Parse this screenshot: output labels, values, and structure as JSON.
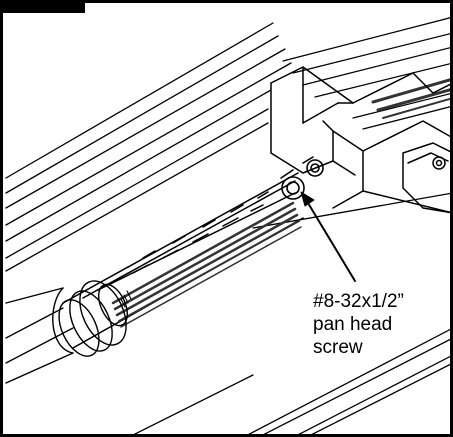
{
  "callout": {
    "line1": "#8-32x1/2”",
    "line2": "pan head",
    "line3": "screw"
  },
  "colors": {
    "ink": "#000000",
    "paper": "#ffffff",
    "shade": "#3a3a3a"
  },
  "icons": {
    "leader": "arrow-icon"
  }
}
